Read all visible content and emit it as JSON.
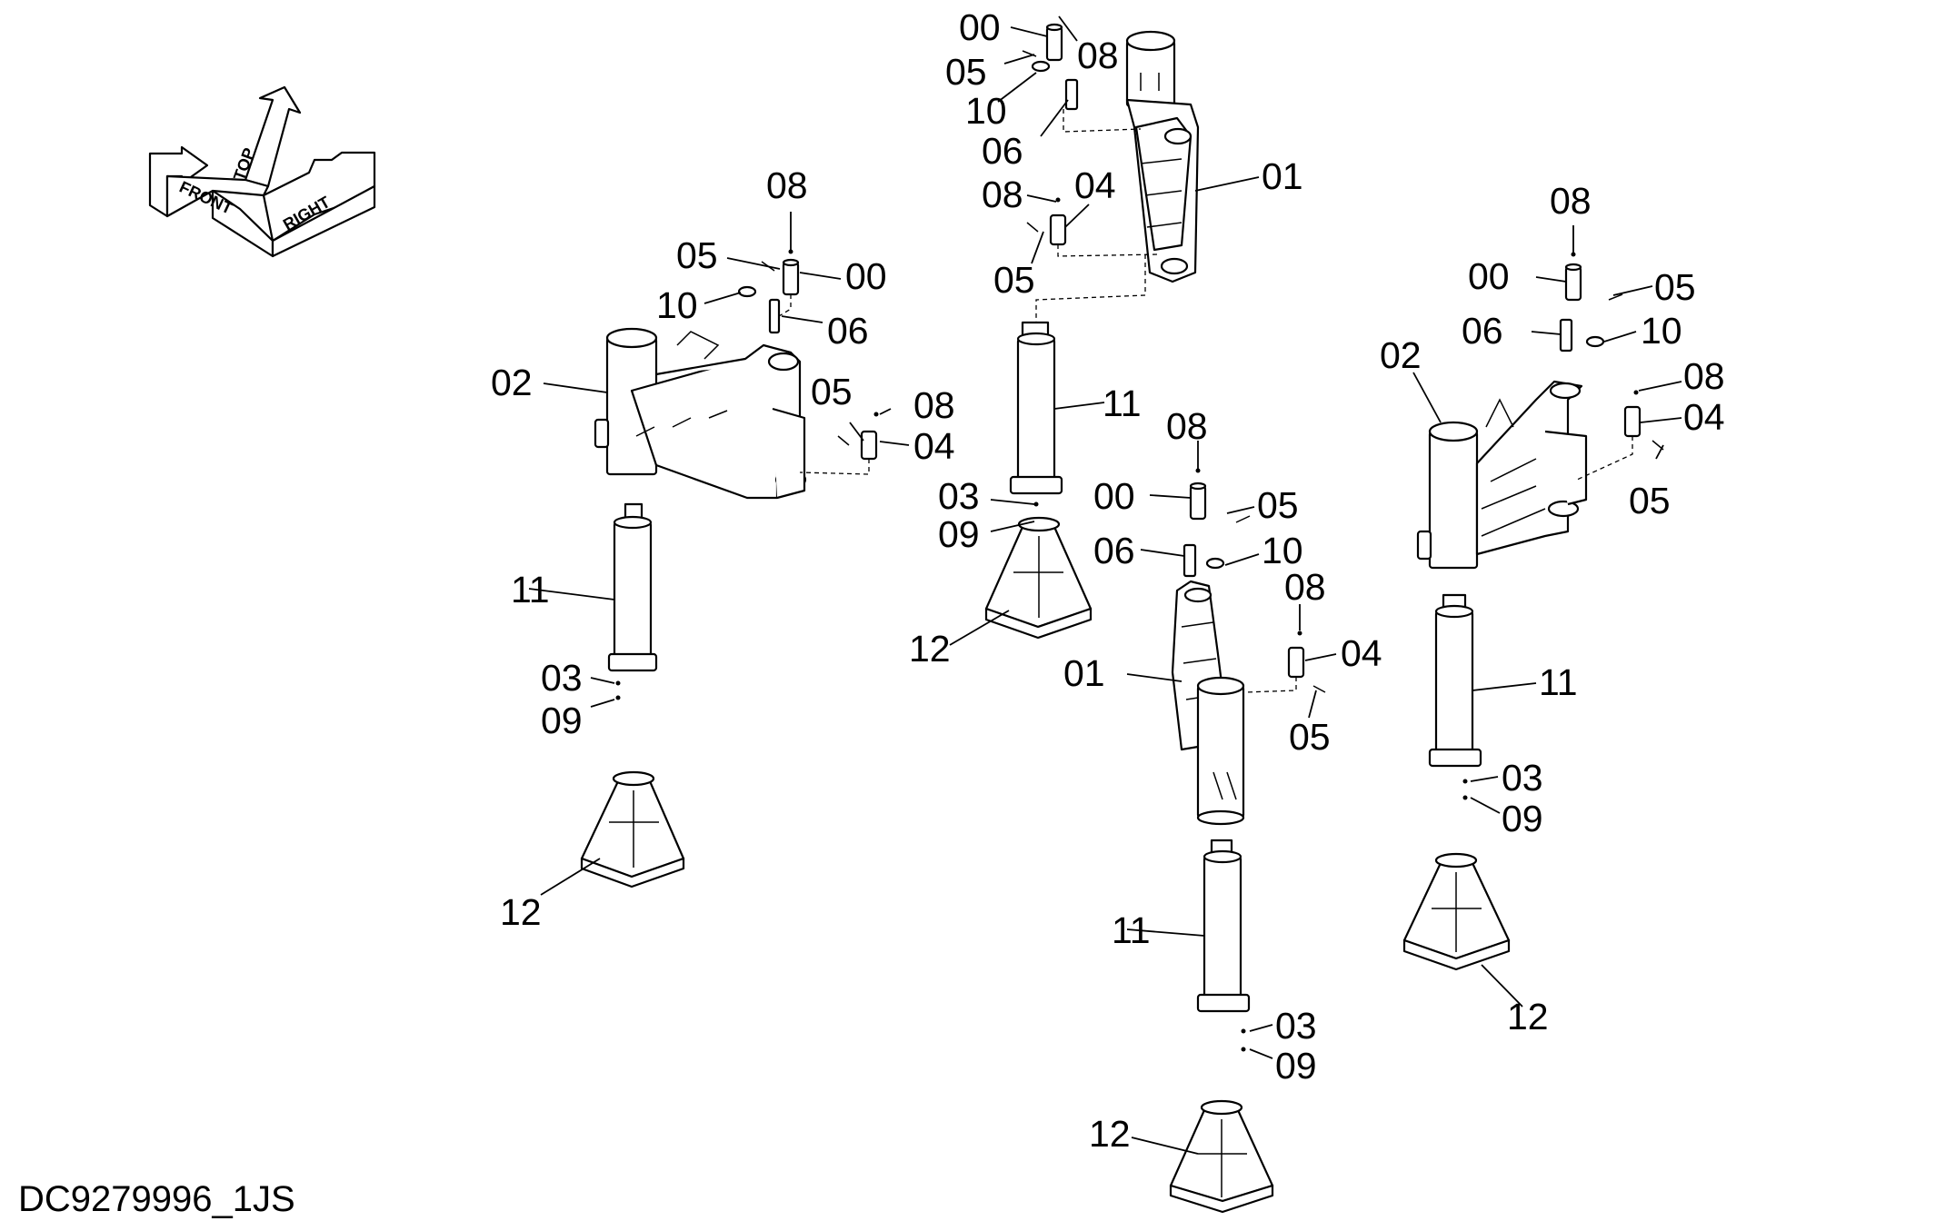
{
  "drawing_id": "DC9279996_1JS",
  "orientation": {
    "front": "FRONT",
    "top": "TOP",
    "right": "RIGHT"
  },
  "callouts": {
    "a_08": "08",
    "a_05": "05",
    "a_00": "00",
    "a_10": "10",
    "a_06": "06",
    "a_02": "02",
    "a_05b": "05",
    "a_08b": "08",
    "a_04": "04",
    "a_11": "11",
    "a_03": "03",
    "a_09": "09",
    "a_12": "12",
    "b_00": "00",
    "b_08": "08",
    "b_05": "05",
    "b_10": "10",
    "b_06": "06",
    "b_01": "01",
    "b_08b": "08",
    "b_04": "04",
    "b_05b": "05",
    "b_11": "11",
    "b_03": "03",
    "b_09": "09",
    "b_12": "12",
    "c_08": "08",
    "c_00": "00",
    "c_05": "05",
    "c_06": "06",
    "c_10": "10",
    "c_01": "01",
    "c_08b": "08",
    "c_04": "04",
    "c_05b": "05",
    "c_11": "11",
    "c_03": "03",
    "c_09": "09",
    "c_12": "12",
    "d_08": "08",
    "d_00": "00",
    "d_05": "05",
    "d_06": "06",
    "d_10": "10",
    "d_02": "02",
    "d_08b": "08",
    "d_04": "04",
    "d_05b": "05",
    "d_11": "11",
    "d_03": "03",
    "d_09": "09",
    "d_12": "12"
  }
}
